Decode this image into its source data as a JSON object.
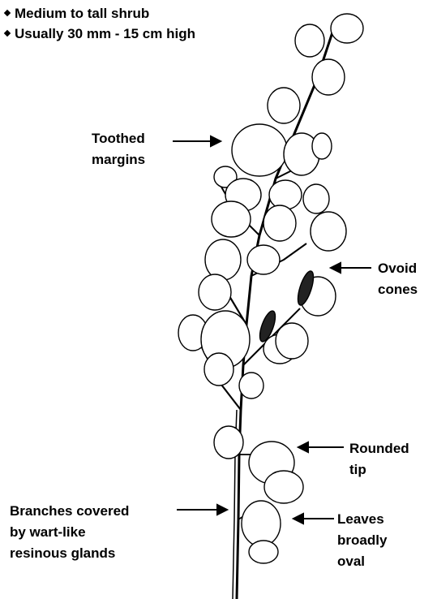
{
  "bullets": [
    "Medium to tall shrub",
    "Usually 30 mm - 15 cm high"
  ],
  "labels": {
    "toothed_margins": [
      "Toothed",
      "margins"
    ],
    "ovoid_cones": [
      "Ovoid",
      "cones"
    ],
    "rounded_tip": [
      "Rounded",
      "tip"
    ],
    "branches": [
      "Branches covered",
      "by wart-like",
      "resinous glands"
    ],
    "leaves_oval": [
      "Leaves",
      "broadly",
      "oval"
    ]
  }
}
